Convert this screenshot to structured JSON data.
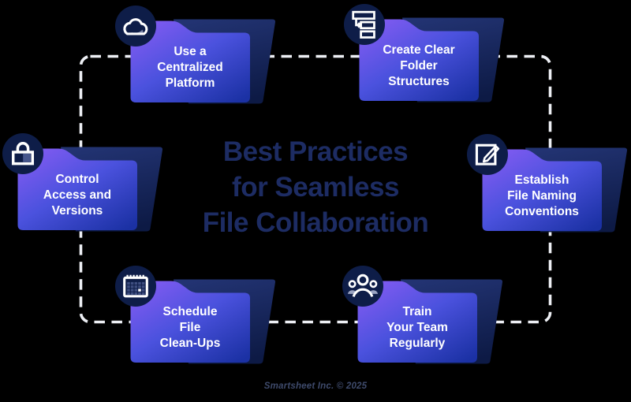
{
  "title": "Best Practices\nfor Seamless\nFile Collaboration",
  "page": {
    "footer": "Smartsheet Inc. © 2025"
  },
  "cards": [
    {
      "icon": "cloud-icon",
      "label": "Use a\nCentralized\nPlatform"
    },
    {
      "icon": "folder-structure-icon",
      "label": "Create Clear\nFolder\nStructures"
    },
    {
      "icon": "lock-icon",
      "label": "Control\nAccess and\nVersions"
    },
    {
      "icon": "pencil-note-icon",
      "label": "Establish\nFile Naming\nConventions"
    },
    {
      "icon": "calendar-icon",
      "label": "Schedule\nFile\nClean-Ups"
    },
    {
      "icon": "team-icon",
      "label": "Train\nYour Team\nRegularly"
    }
  ],
  "colors": {
    "background": "#000000",
    "title_text": "#1d2c63",
    "label_text": "#ffffff",
    "folder_front_top": "#8a5cf4",
    "folder_front_mid": "#4b52de",
    "folder_front_bottom": "#1b31a4",
    "folder_back_top": "#223372",
    "folder_back_bottom": "#0d1a45",
    "icon_circle": "#0e1d48",
    "icon_stroke": "#ffffff",
    "dash_border": "#edeff4",
    "footer_text": "#3e4a6b"
  }
}
